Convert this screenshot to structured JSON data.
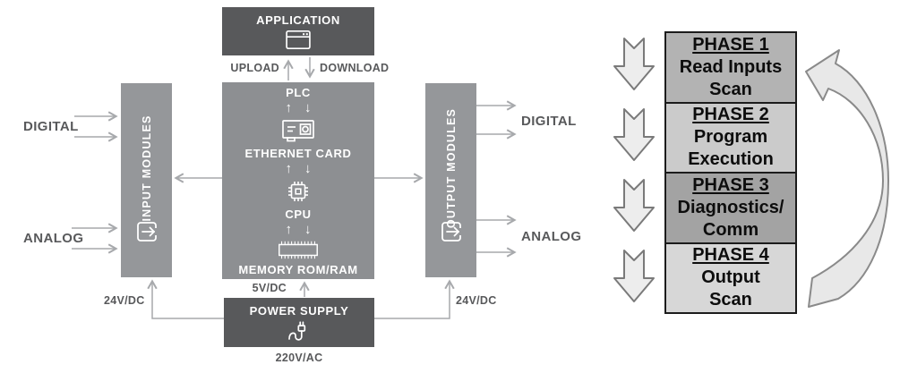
{
  "left_diagram": {
    "application": {
      "label": "APPLICATION"
    },
    "upload_label": "UPLOAD",
    "download_label": "DOWNLOAD",
    "plc": {
      "title": "PLC",
      "ethernet_label": "ETHERNET CARD",
      "cpu_label": "CPU",
      "memory_label": "MEMORY ROM/RAM"
    },
    "input_modules": {
      "label": "INPUT MODULES"
    },
    "output_modules": {
      "label": "OUTPUT MODULES"
    },
    "inputs": {
      "digital": "DIGITAL",
      "analog": "ANALOG"
    },
    "outputs": {
      "digital": "DIGITAL",
      "analog": "ANALOG"
    },
    "power_supply": {
      "label": "POWER SUPPLY",
      "voltage_ac": "220V/AC",
      "voltage_5v": "5V/DC",
      "voltage_24v_left": "24V/DC",
      "voltage_24v_right": "24V/DC"
    },
    "arrow_glyphs": {
      "up": "↑",
      "down": "↓"
    }
  },
  "cycle_diagram": {
    "phases": [
      {
        "title": "PHASE 1",
        "line1": "Read Inputs",
        "line2": "Scan",
        "bg": "#b3b3b3"
      },
      {
        "title": "PHASE 2",
        "line1": "Program",
        "line2": "Execution",
        "bg": "#cbcbcb"
      },
      {
        "title": "PHASE 3",
        "line1": "Diagnostics/",
        "line2": "Comm",
        "bg": "#a3a3a3"
      },
      {
        "title": "PHASE 4",
        "line1": "Output",
        "line2": "Scan",
        "bg": "#d7d7d7"
      }
    ]
  },
  "colors": {
    "dark_box": "#58595b",
    "plc_box": "#8d8f92",
    "module_box": "#95979a",
    "connector": "#a7a9ac",
    "label_text": "#58595b",
    "phase_border": "#1c1c1c",
    "flow_arrow_fill": "#ededed",
    "flow_arrow_stroke": "#7a7a7a"
  }
}
